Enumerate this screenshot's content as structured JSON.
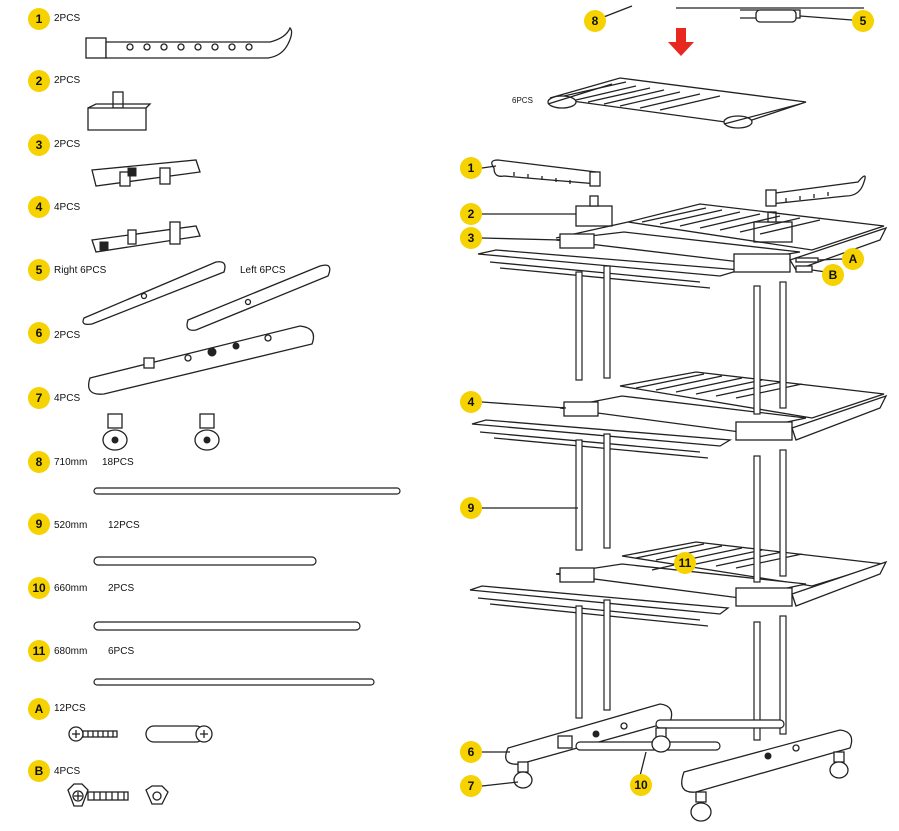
{
  "parts_list": [
    {
      "id": "1",
      "qty": "2PCS"
    },
    {
      "id": "2",
      "qty": "2PCS"
    },
    {
      "id": "3",
      "qty": "2PCS"
    },
    {
      "id": "4",
      "qty": "4PCS"
    },
    {
      "id": "5",
      "qty_right": "Right 6PCS",
      "qty_left": "Left 6PCS"
    },
    {
      "id": "6",
      "qty": "2PCS"
    },
    {
      "id": "7",
      "qty": "4PCS"
    },
    {
      "id": "8",
      "length": "710mm",
      "qty": "18PCS"
    },
    {
      "id": "9",
      "length": "520mm",
      "qty": "12PCS"
    },
    {
      "id": "10",
      "length": "660mm",
      "qty": "2PCS"
    },
    {
      "id": "11",
      "length": "680mm",
      "qty": "6PCS"
    },
    {
      "id": "A",
      "qty": "12PCS"
    },
    {
      "id": "B",
      "qty": "4PCS"
    }
  ],
  "assembly": {
    "top_callouts": [
      "8",
      "5"
    ],
    "subassembly_qty": "6PCS",
    "callouts": [
      "1",
      "2",
      "3",
      "A",
      "B",
      "4",
      "9",
      "11",
      "6",
      "7",
      "10"
    ]
  },
  "colors": {
    "badge": "#f5d200",
    "arrow": "#e8281e",
    "line": "#222222"
  },
  "icons": {
    "arrow": "down-arrow-icon"
  }
}
